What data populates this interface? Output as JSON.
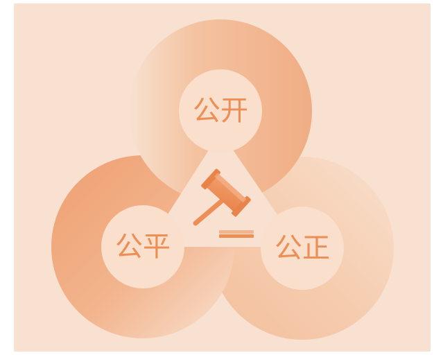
{
  "diagram": {
    "nodes": [
      {
        "id": "top",
        "label": "公开"
      },
      {
        "id": "left",
        "label": "公平"
      },
      {
        "id": "right",
        "label": "公正"
      }
    ],
    "center_icon": "gavel-icon",
    "colors": {
      "background": "#f8e1d0",
      "ring_dark": "#f0ad84",
      "ring_light": "#f8e1d0",
      "inner_circle": "#f9dfcc",
      "label": "#ec8f57",
      "gavel": "#ec8f57"
    }
  }
}
